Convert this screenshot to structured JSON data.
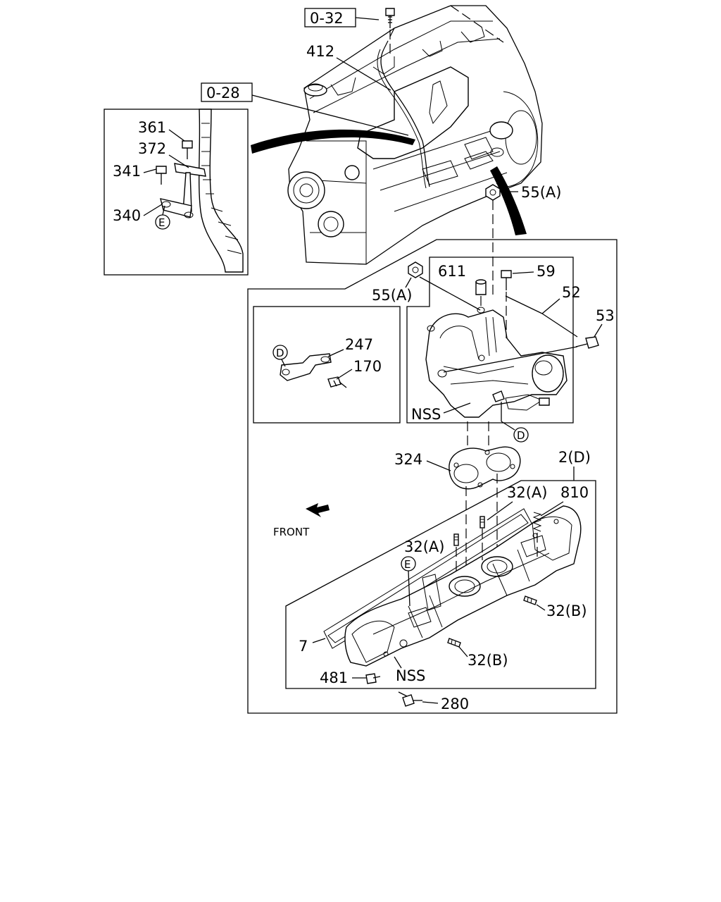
{
  "callouts": {
    "ref_0_32": "0-32",
    "ref_0_28": "0-28",
    "p412": "412",
    "p361": "361",
    "p372": "372",
    "p341": "341",
    "p340": "340",
    "e_inset": "E",
    "p55a_top": "55(A)",
    "p59": "59",
    "p611": "611",
    "p55a_left": "55(A)",
    "p52": "52",
    "p53": "53",
    "p247": "247",
    "p170": "170",
    "d_inset": "D",
    "nss_upper": "NSS",
    "d_main": "D",
    "p324": "324",
    "p2d": "2(D)",
    "p32a_right": "32(A)",
    "p810": "810",
    "front": "FRONT",
    "p32a_left": "32(A)",
    "e_main": "E",
    "p32b_right": "32(B)",
    "p7": "7",
    "p32b_lower": "32(B)",
    "p481": "481",
    "nss_lower": "NSS",
    "p280": "280"
  },
  "colors": {
    "line": "#000000",
    "background": "#ffffff"
  }
}
